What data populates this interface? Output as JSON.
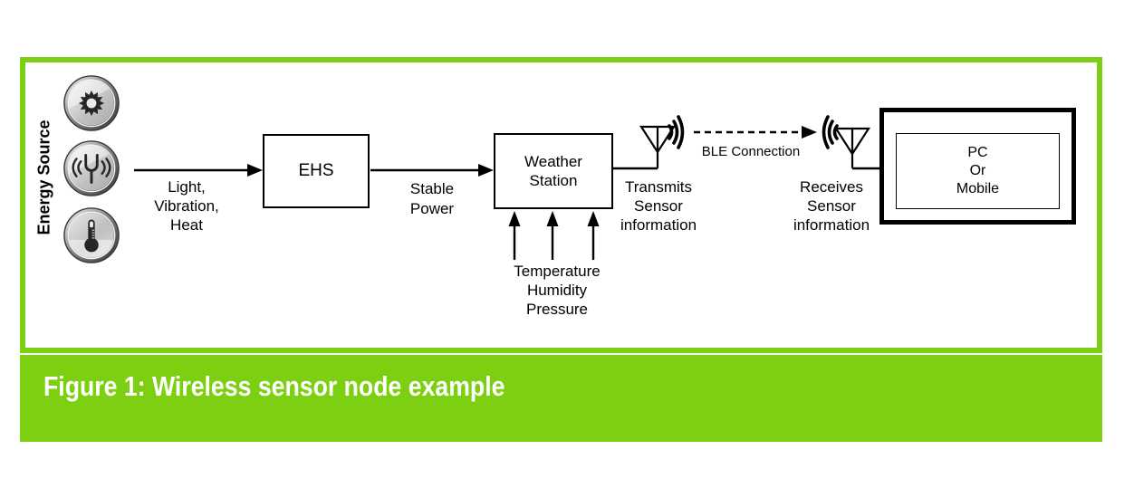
{
  "colors": {
    "accent_green": "#7CD011",
    "line_black": "#000000",
    "caption_text": "#ffffff"
  },
  "caption": {
    "text": "Figure 1: Wireless sensor node example"
  },
  "diagram": {
    "energy_source_label": "Energy Source",
    "energy_icons": [
      "sun-solar",
      "tuning-fork-vibration",
      "thermometer-heat"
    ],
    "nodes": {
      "ehs_label": "EHS",
      "weather_station_lines": [
        "Weather",
        "Station"
      ],
      "pc_lines": [
        "PC",
        "Or",
        "Mobile"
      ]
    },
    "labels": {
      "input_lines": [
        "Light,",
        "Vibration,",
        "Heat"
      ],
      "stable_power_lines": [
        "Stable",
        "Power"
      ],
      "sensor_lines": [
        "Temperature",
        "Humidity",
        "Pressure"
      ],
      "transmits_lines": [
        "Transmits",
        "Sensor",
        "information"
      ],
      "receives_lines": [
        "Receives",
        "Sensor",
        "information"
      ],
      "ble_label": "BLE Connection"
    },
    "connector_icons": [
      "antenna-transmit",
      "rf-waves-out",
      "ble-dashed-link",
      "rf-waves-in",
      "antenna-receive"
    ]
  }
}
